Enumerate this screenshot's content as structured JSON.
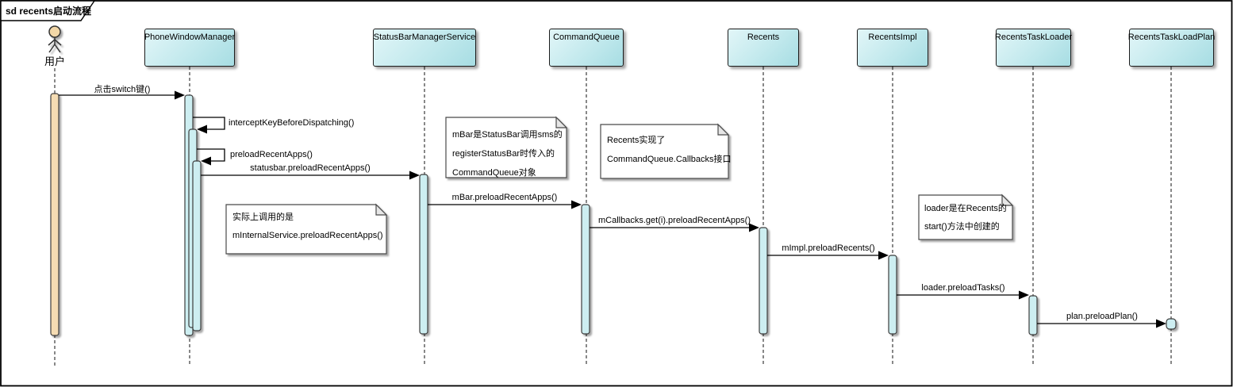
{
  "frame": {
    "title": "sd recents启动流程"
  },
  "actor": {
    "label": "用户"
  },
  "lifelines": [
    {
      "name": "PhoneWindowManager"
    },
    {
      "name": "StatusBarManagerService"
    },
    {
      "name": "CommandQueue"
    },
    {
      "name": "Recents"
    },
    {
      "name": "RecentsImpl"
    },
    {
      "name": "RecentsTaskLoader"
    },
    {
      "name": "RecentsTaskLoadPlan"
    }
  ],
  "messages": [
    {
      "label": "点击switch键()",
      "from": "用户",
      "to": "PhoneWindowManager"
    },
    {
      "label": "interceptKeyBeforeDispatching()",
      "from": "PhoneWindowManager",
      "to": "PhoneWindowManager"
    },
    {
      "label": "preloadRecentApps()",
      "from": "PhoneWindowManager",
      "to": "PhoneWindowManager"
    },
    {
      "label": "statusbar.preloadRecentApps()",
      "from": "PhoneWindowManager",
      "to": "StatusBarManagerService"
    },
    {
      "label": "mBar.preloadRecentApps()",
      "from": "StatusBarManagerService",
      "to": "CommandQueue"
    },
    {
      "label": "mCallbacks.get(i).preloadRecentApps()",
      "from": "CommandQueue",
      "to": "Recents"
    },
    {
      "label": "mImpl.preloadRecents()",
      "from": "Recents",
      "to": "RecentsImpl"
    },
    {
      "label": "loader.preloadTasks()",
      "from": "RecentsImpl",
      "to": "RecentsTaskLoader"
    },
    {
      "label": "plan.preloadPlan()",
      "from": "RecentsTaskLoader",
      "to": "RecentsTaskLoadPlan"
    }
  ],
  "notes": [
    {
      "lines": [
        "实际上调用的是",
        "mInternalService.preloadRecentApps()"
      ]
    },
    {
      "lines": [
        "mBar是StatusBar调用sms的",
        "registerStatusBar时传入的",
        "CommandQueue对象"
      ]
    },
    {
      "lines": [
        "Recents实现了",
        "CommandQueue.Callbacks接口"
      ]
    },
    {
      "lines": [
        "loader是在Recents的",
        "start()方法中创建的"
      ]
    }
  ],
  "colors": {
    "lifeline_head_fill": "#bfe6ea",
    "activation_fill": "#cdeef1",
    "actor_activation_fill": "#f5dcb3",
    "note_fill": "#ffffff",
    "line": "#000000"
  }
}
